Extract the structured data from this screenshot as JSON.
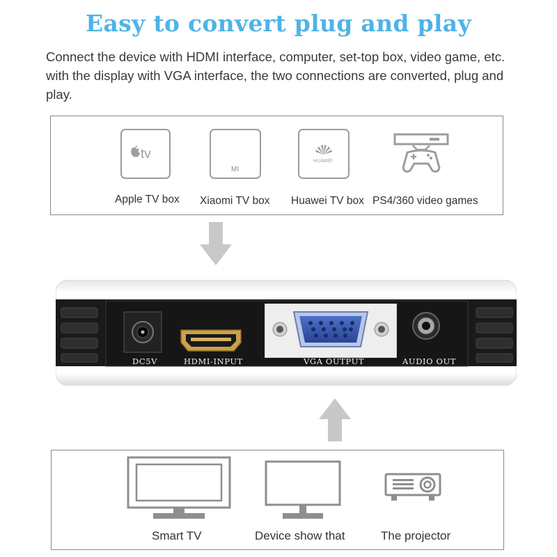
{
  "header": {
    "title": "Easy to convert plug and play",
    "description": "Connect the device with HDMI interface, computer, set-top box, video game, etc. with the display with VGA interface, the two connections are converted, plug and play."
  },
  "sources": {
    "items": [
      {
        "label": "Apple TV box",
        "icon": "apple-tv-icon",
        "logo": "tv"
      },
      {
        "label": "Xiaomi TV box",
        "icon": "xiaomi-box-icon",
        "logo": "MI"
      },
      {
        "label": "Huawei TV box",
        "icon": "huawei-box-icon",
        "logo": "HUAWEI"
      },
      {
        "label": "PS4/360 video games",
        "icon": "game-console-icon"
      }
    ]
  },
  "device": {
    "ports": [
      {
        "label": "DC5V",
        "icon": "dc-power-port-icon"
      },
      {
        "label": "HDMI-INPUT",
        "icon": "hdmi-port-icon"
      },
      {
        "label": "VGA OUTPUT",
        "icon": "vga-port-icon"
      },
      {
        "label": "AUDIO OUT",
        "icon": "audio-jack-icon"
      }
    ]
  },
  "displays": {
    "items": [
      {
        "label": "Smart TV",
        "icon": "smart-tv-icon"
      },
      {
        "label": "Device show that",
        "icon": "monitor-icon"
      },
      {
        "label": "The projector",
        "icon": "projector-icon"
      }
    ]
  },
  "colors": {
    "title": "#4fb3e6",
    "arrow": "#c8c8c8",
    "device_body": "#ffffff",
    "device_panel": "#1c1c1c",
    "gold": "#c9a24a",
    "vga_blue": "#2f4fa8"
  }
}
